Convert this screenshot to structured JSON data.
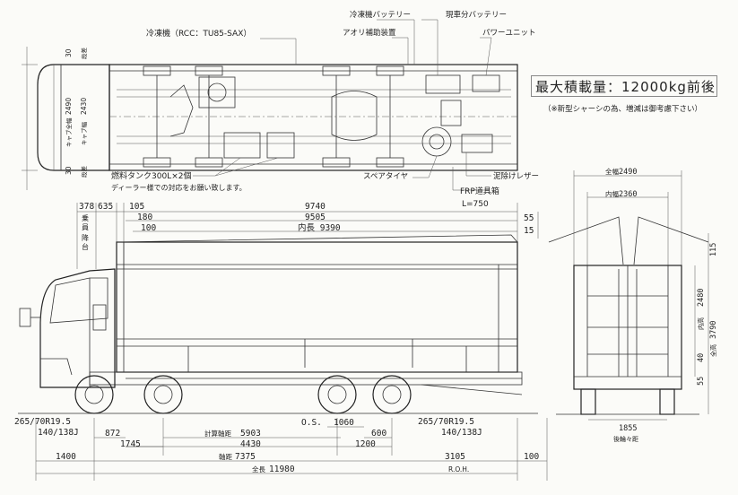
{
  "plan": {
    "callouts": {
      "reefer_unit": "冷凍機（RCC：TU85-SAX）",
      "reefer_battery": "冷凍機バッテリー",
      "vehicle_battery": "現車分バッテリー",
      "lift_assist": "アオリ補助装置",
      "power_unit": "パワーユニット",
      "fuel_tank": "燃料タンク300L×2個",
      "dealer_note": "ディーラー様での対応をお願い致します。",
      "spare_tire": "スペアタイヤ",
      "mud_guard": "泥除けレザー",
      "frp_box": "FRP道具箱",
      "frp_length": "L=750"
    },
    "dims": {
      "top_30": "30",
      "top_30_label": "段差",
      "cab_width": "2490",
      "cab_width_label": "キャブ全幅",
      "cab_inner": "2430",
      "cab_inner_label": "キャブ幅",
      "bottom_30": "30",
      "bottom_30_label": "段差"
    }
  },
  "capacity": {
    "headline": "最大積載量：12000kg前後",
    "note": "（※新型シャーシの為、増減は御考慮下さい）"
  },
  "side": {
    "left_labels": [
      "乗",
      "員",
      "",
      "降",
      "台"
    ],
    "top_row1": [
      "378",
      "635",
      "105",
      "9740",
      "55"
    ],
    "top_row2": [
      "180",
      "9505"
    ],
    "top_row3": [
      "100",
      "内長 9390",
      "15"
    ],
    "tire_front": "265/70R19.5",
    "tire_front_load": "140/138J",
    "tire_rear": "265/70R19.5",
    "tire_rear_load": "140/138J",
    "os_label": "O.S.",
    "os_value": "1060",
    "bottom": {
      "d872": "872",
      "d1745": "1745",
      "calc_wb_label": "計算軸距",
      "calc_wb": "5903",
      "d600": "600",
      "d4430": "4430",
      "d1200": "1200",
      "d3105": "3105",
      "d1400": "1400",
      "wb_label": "軸距",
      "wb": "7375",
      "roh": "R.O.H.",
      "d100": "100",
      "total_label": "全長",
      "total": "11980"
    }
  },
  "rear": {
    "total_width_label": "全幅",
    "total_width": "2490",
    "inner_width_label": "内幅",
    "inner_width": "2360",
    "d115": "115",
    "inner_height_label": "内高",
    "inner_height": "2480",
    "total_height_label": "全高",
    "total_height": "3790",
    "d40": "40",
    "d55": "55",
    "track_rear": "1855",
    "track_label": "後輪々距"
  }
}
